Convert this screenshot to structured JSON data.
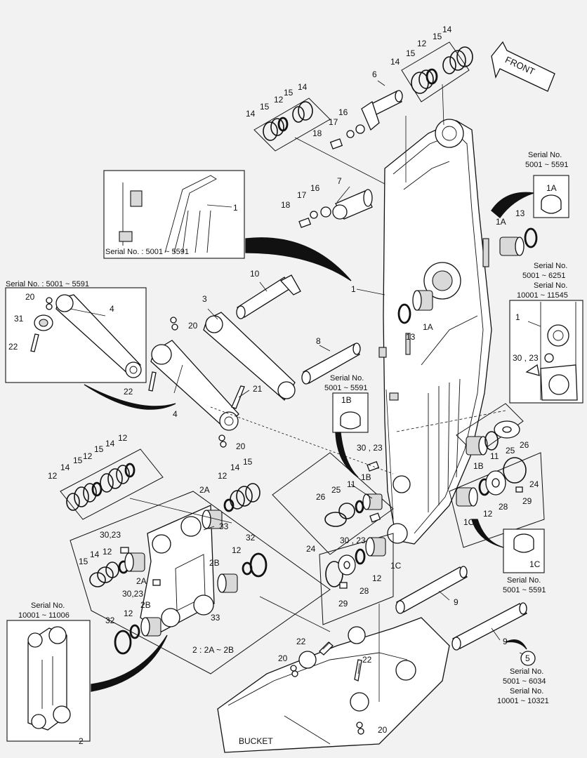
{
  "diagram": {
    "front_label": "FRONT",
    "bucket_label": "BUCKET",
    "note_2": "2 : 2A ~ 2B",
    "serial_notes": {
      "top_right_1a": [
        "Serial No.",
        "5001 ~ 5591"
      ],
      "mid_right": [
        "Serial No.",
        "5001 ~ 6251",
        "Serial No.",
        "10001 ~ 11545"
      ],
      "left_box_4": "Serial No. : 5001 ~ 5591",
      "left_box_1": "Serial No. : 5001 ~ 5591",
      "mid_1b": [
        "Serial No.",
        "5001 ~ 5591"
      ],
      "right_1c": [
        "Serial No.",
        "5001 ~ 5591"
      ],
      "bottom_left_2": [
        "Serial No.",
        "10001 ~ 11006"
      ],
      "bottom_right_5": [
        "Serial No.",
        "5001 ~ 6034",
        "Serial No.",
        "10001 ~ 10321"
      ]
    },
    "callouts": {
      "c14a": "14",
      "c15a": "15",
      "c12a": "12",
      "c14b": "14",
      "c15b": "15",
      "c6": "6",
      "c14c": "14",
      "c15c": "15",
      "c12c": "12",
      "c15d": "15",
      "c14d": "14",
      "c16a": "16",
      "c17a": "17",
      "c18a": "18",
      "c7": "7",
      "c16b": "16",
      "c17b": "17",
      "c18b": "18",
      "c1a": "1",
      "c1main": "1",
      "c1A_box": "1A",
      "c13a": "13",
      "c1A_b": "1A",
      "c1A_c": "1A",
      "c13b": "13",
      "c10": "10",
      "c3": "3",
      "c8": "8",
      "c20a": "20",
      "c31": "31",
      "c22a": "22",
      "c4a": "4",
      "c20b": "20",
      "c22b": "22",
      "c4b": "4",
      "c21": "21",
      "c20c": "20",
      "c1_inset": "1",
      "c30_23a": "30 , 23",
      "c1B_box": "1B",
      "c30_23b": "30 , 23",
      "c1B_b": "1B",
      "c25a": "25",
      "c26a": "26",
      "c11a": "11",
      "c1B_c": "1B",
      "c24a": "24",
      "c12d": "12",
      "c28a": "28",
      "c29a": "29",
      "c1C_a": "1C",
      "c26b": "26",
      "c25b": "25",
      "c11b": "11",
      "c30_23c": "30 , 23",
      "c1C_b": "1C",
      "c24b": "24",
      "c12e": "12",
      "c29b": "29",
      "c28b": "28",
      "c1C_box": "1C",
      "c12f": "12",
      "c14e": "14",
      "c15e": "15",
      "c12g": "12",
      "c15f": "15",
      "c14f": "14",
      "c12h": "12",
      "c2A_a": "2A",
      "c12i": "12",
      "c14g": "14",
      "c15g": "15",
      "c30_23d": "30,23",
      "c12j": "12",
      "c33a": "33",
      "c14h": "14",
      "c15h": "15",
      "c2A_b": "2A",
      "c30_23e": "30,23",
      "c2B_a": "2B",
      "c12k": "12",
      "c32a": "32",
      "c32b": "32",
      "c12l": "12",
      "c2B_b": "2B",
      "c33b": "33",
      "c9a": "9",
      "c9b": "9",
      "c5": "5",
      "c22c": "22",
      "c20d": "20",
      "c22d": "22",
      "c20e": "20",
      "c2": "2"
    }
  }
}
